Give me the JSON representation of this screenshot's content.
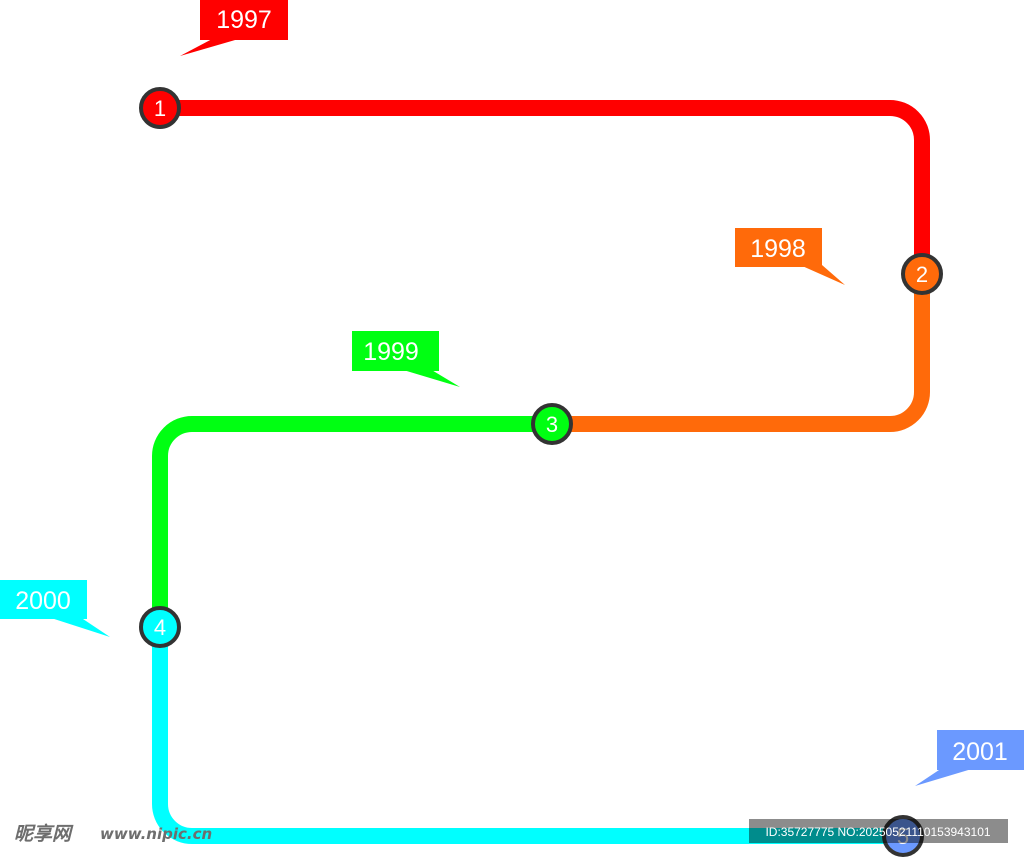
{
  "colors": {
    "red": "#ff0000",
    "orange": "#ff6a0a",
    "green": "#00ff12",
    "cyan": "#00ffff",
    "blue": "#6b99ff",
    "node_outline": "#333333"
  },
  "milestones": [
    {
      "node": "1",
      "year": "1997",
      "color": "#ff0000"
    },
    {
      "node": "2",
      "year": "1998",
      "color": "#ff6a0a"
    },
    {
      "node": "3",
      "year": "1999",
      "color": "#00ff12"
    },
    {
      "node": "4",
      "year": "2000",
      "color": "#00ffff"
    },
    {
      "node": "5",
      "year": "2001",
      "color": "#6b99ff"
    }
  ],
  "watermark": {
    "logo": "昵享网",
    "site": "www.nipic.cn",
    "id_line": "ID:35727775 NO:20250521110153943101"
  }
}
